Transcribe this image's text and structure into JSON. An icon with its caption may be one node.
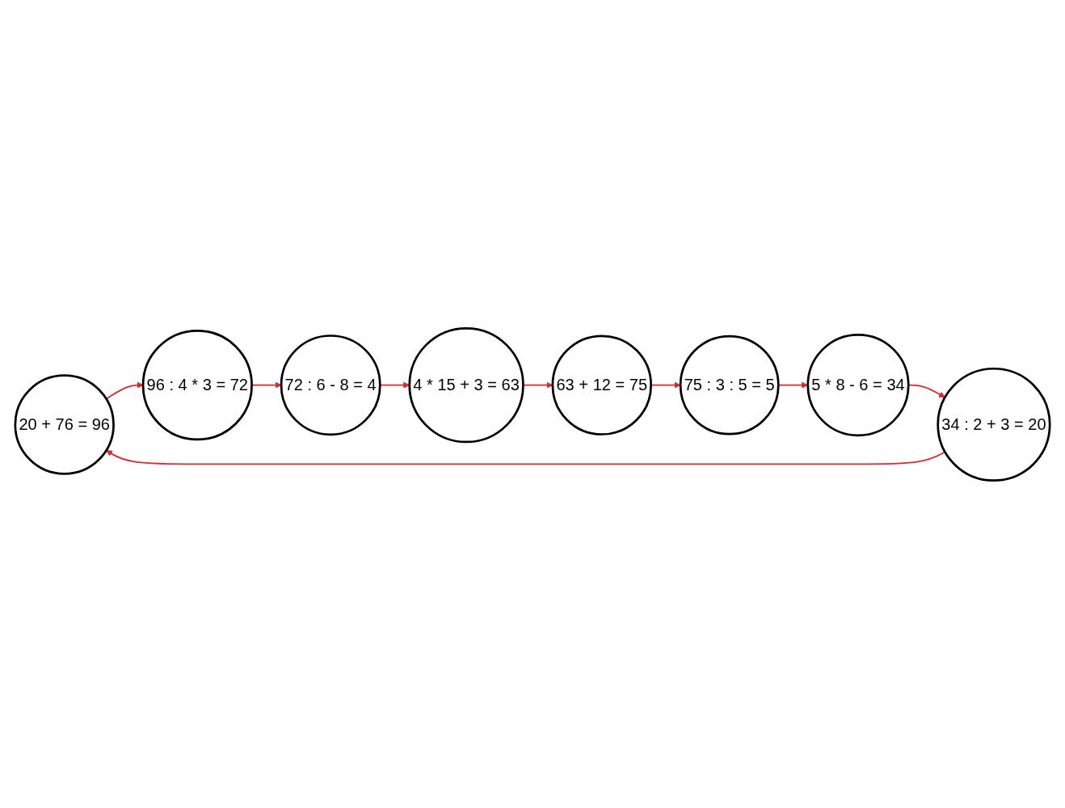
{
  "diagram": {
    "nodes": [
      {
        "text": [
          "20 + 76 = 96"
        ]
      },
      {
        "text": [
          "96 : 4 * 3 = 72"
        ]
      },
      {
        "text": [
          "72 : 6 - 8 = 4"
        ]
      },
      {
        "text": [
          "4 * 15 + 3 = 63"
        ]
      },
      {
        "text": [
          "63 + 12 = 75"
        ]
      },
      {
        "text": [
          "75 : 3 : 5 = 5"
        ]
      },
      {
        "text": [
          "5 * 8 - 6 = 34"
        ]
      },
      {
        "text": [
          "34 : 2 + 3 = 20"
        ]
      }
    ],
    "edges": [
      {
        "from": 0,
        "to": 1,
        "arrow": "to"
      },
      {
        "from": 1,
        "to": 2,
        "arrow": "to"
      },
      {
        "from": 2,
        "to": 3,
        "arrow": "to"
      },
      {
        "from": 3,
        "to": 4,
        "arrow": "to"
      },
      {
        "from": 4,
        "to": 5,
        "arrow": "to"
      },
      {
        "from": 5,
        "to": 6,
        "arrow": "to"
      },
      {
        "from": 6,
        "to": 7,
        "arrow": "to"
      },
      {
        "from": 7,
        "to": 0,
        "arrow": "to"
      }
    ]
  }
}
